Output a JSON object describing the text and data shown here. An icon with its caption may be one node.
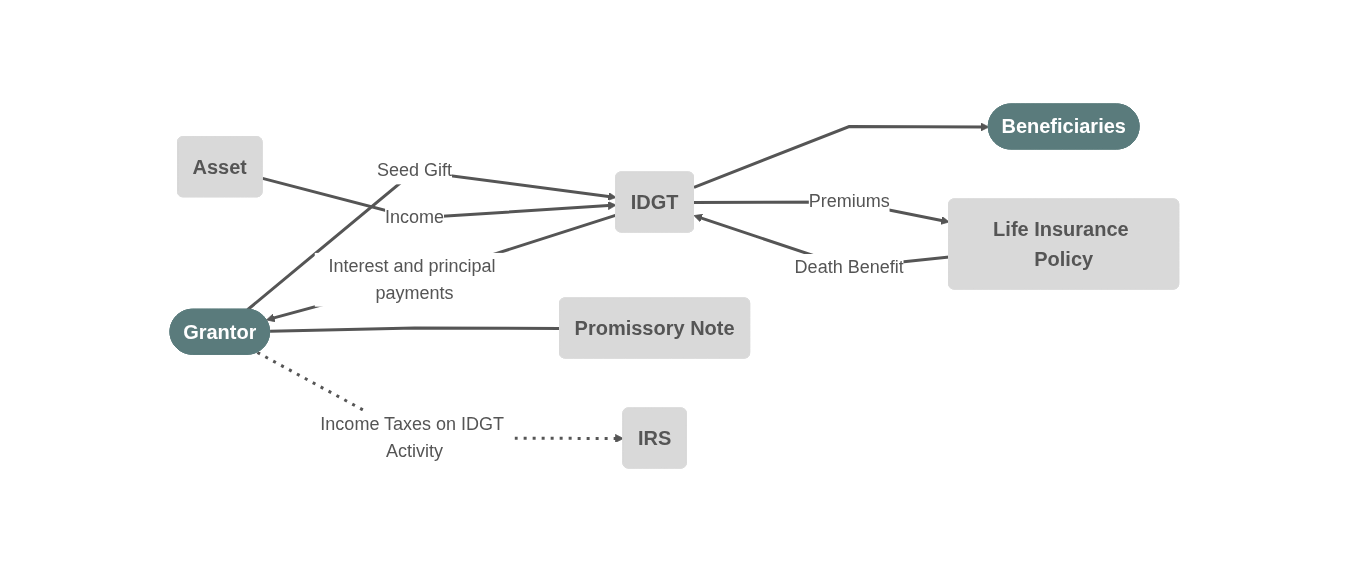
{
  "diagram": {
    "nodes": [
      {
        "text": [
          "Grantor"
        ]
      },
      {
        "text": [
          "IDGT"
        ]
      },
      {
        "text": [
          "Beneficiaries"
        ]
      },
      {
        "text": [
          "Promissory Note"
        ]
      },
      {
        "text": [
          "Asset"
        ]
      },
      {
        "text": [
          "Life Insurance Policy"
        ]
      },
      {
        "text": [
          "IRS"
        ]
      }
    ],
    "edges": [
      {
        "from": 0,
        "to": 1,
        "label": "Seed Gift",
        "arrow": "to"
      },
      {
        "from": 1,
        "to": 0,
        "label": "Interest and principal payments",
        "arrow": "to"
      },
      {
        "from": 1,
        "to": 2,
        "arrow": "to"
      },
      {
        "from": 0,
        "to": 3,
        "arrow": "none"
      },
      {
        "from": 4,
        "to": 1,
        "label": "Income",
        "arrow": "to"
      },
      {
        "from": 1,
        "to": 5,
        "label": "Premiums",
        "arrow": "to"
      },
      {
        "from": 5,
        "to": 1,
        "label": "Death Benefit",
        "arrow": "to"
      },
      {
        "from": 0,
        "to": 6,
        "label": "Income Taxes on IDGT Activity",
        "arrow": "to",
        "style": "dashed"
      }
    ]
  }
}
